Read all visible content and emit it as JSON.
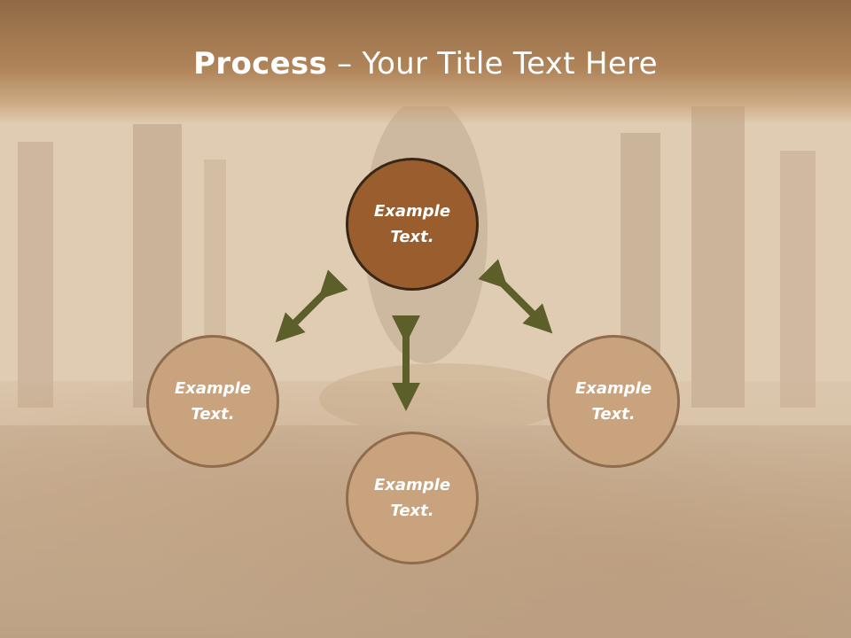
{
  "title": {
    "bold": "Process",
    "rest": " – Your Title Text Here"
  },
  "circles": {
    "top": {
      "line1": "Example",
      "line2": "Text."
    },
    "left": {
      "line1": "Example",
      "line2": "Text."
    },
    "right": {
      "line1": "Example",
      "line2": "Text."
    },
    "bottom": {
      "line1": "Example",
      "line2": "Text."
    }
  },
  "colors": {
    "circle_light": "#c9a27e",
    "circle_dark": "#9a5e2e",
    "arrow": "#5c5f2a",
    "title_band": "#b08459"
  }
}
